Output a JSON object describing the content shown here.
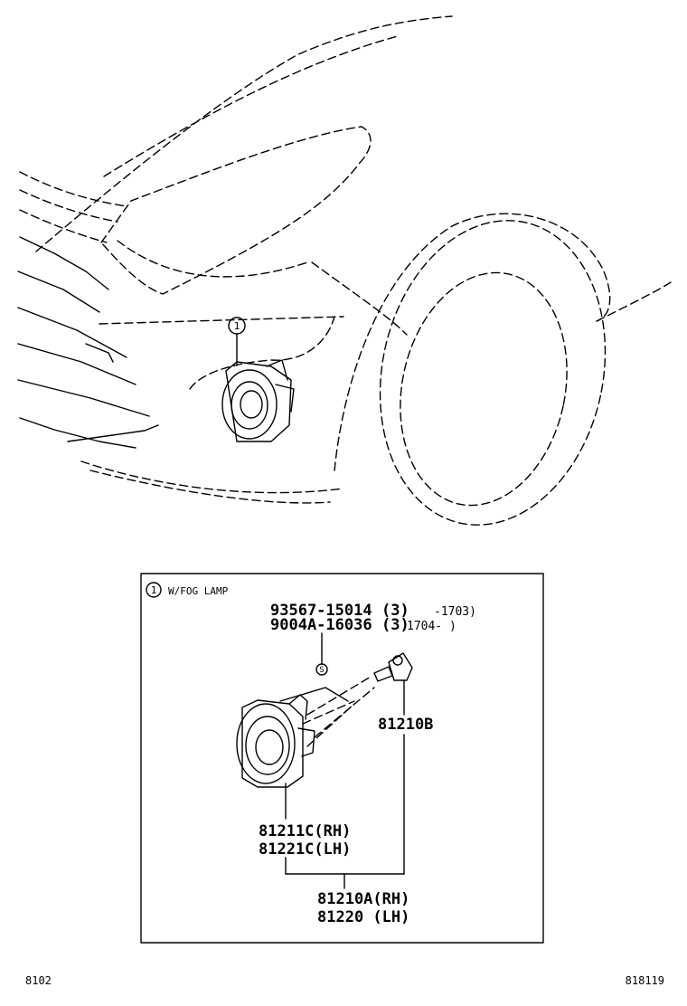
{
  "callout": {
    "number": "1"
  },
  "inset": {
    "caption": "W/FOG LAMP",
    "callout_number": "1",
    "symbol_s": "S",
    "parts": {
      "bolt_1": {
        "number": "93567-15014",
        "qty": "(3)",
        "range": "-1703)"
      },
      "bolt_2": {
        "number": "9004A-16036",
        "qty": "(3)",
        "range": "1704-    )"
      },
      "bulb": "81210B",
      "housing_rh": "81211C(RH)",
      "housing_lh": "81221C(LH)",
      "assy_rh": "81210A(RH)",
      "assy_lh": "81220  (LH)"
    }
  },
  "footer": {
    "left_code": "8102",
    "right_code": "818119"
  }
}
